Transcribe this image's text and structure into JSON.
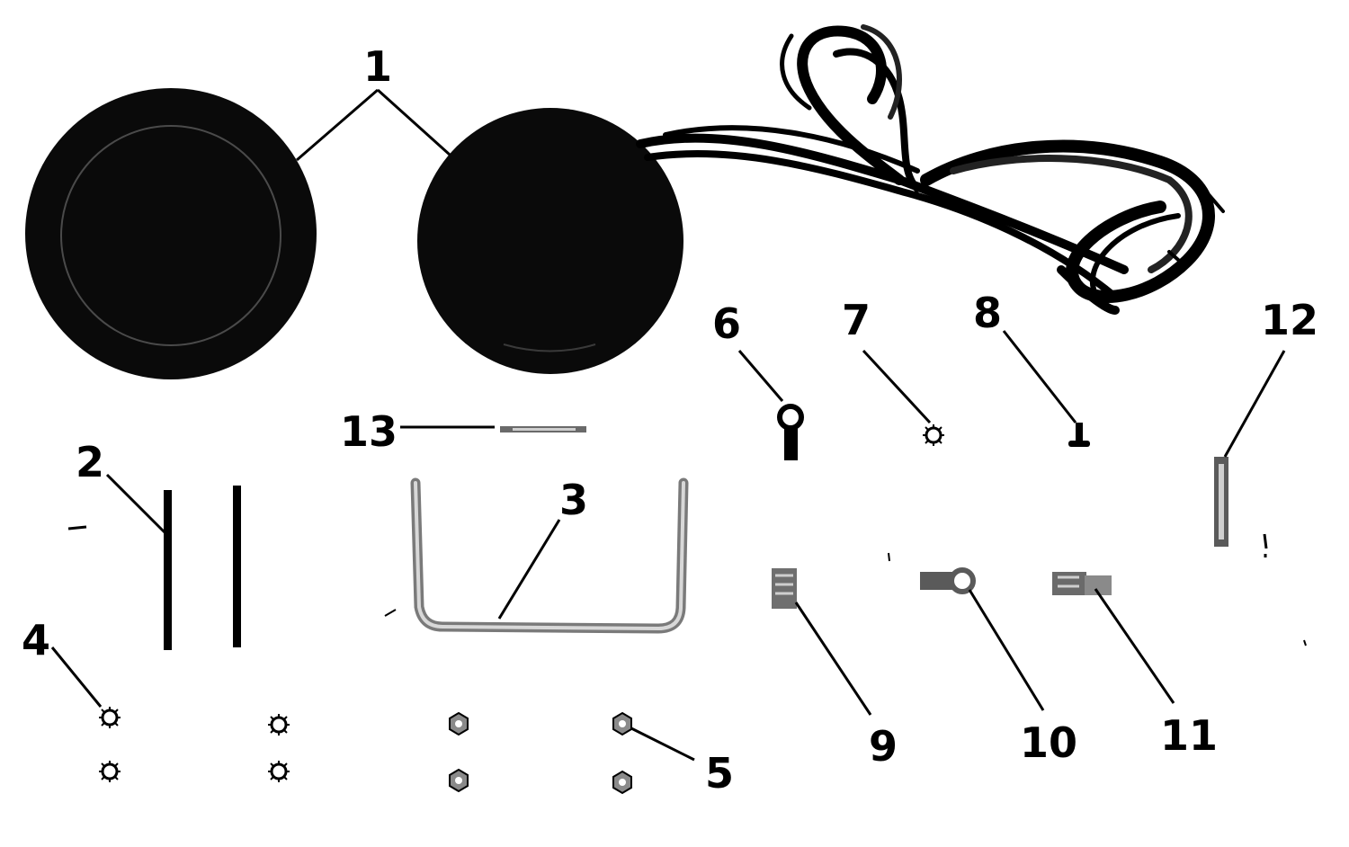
{
  "callouts": {
    "c1": "1",
    "c2": "2",
    "c3": "3",
    "c4": "4",
    "c5": "5",
    "c6": "6",
    "c7": "7",
    "c8": "8",
    "c9": "9",
    "c10": "10",
    "c11": "11",
    "c12": "12",
    "c13": "13"
  },
  "colors": {
    "ink": "#000000",
    "speaker_body": "#0a0a0a",
    "metal": "#9a9a9a",
    "background": "#ffffff"
  }
}
